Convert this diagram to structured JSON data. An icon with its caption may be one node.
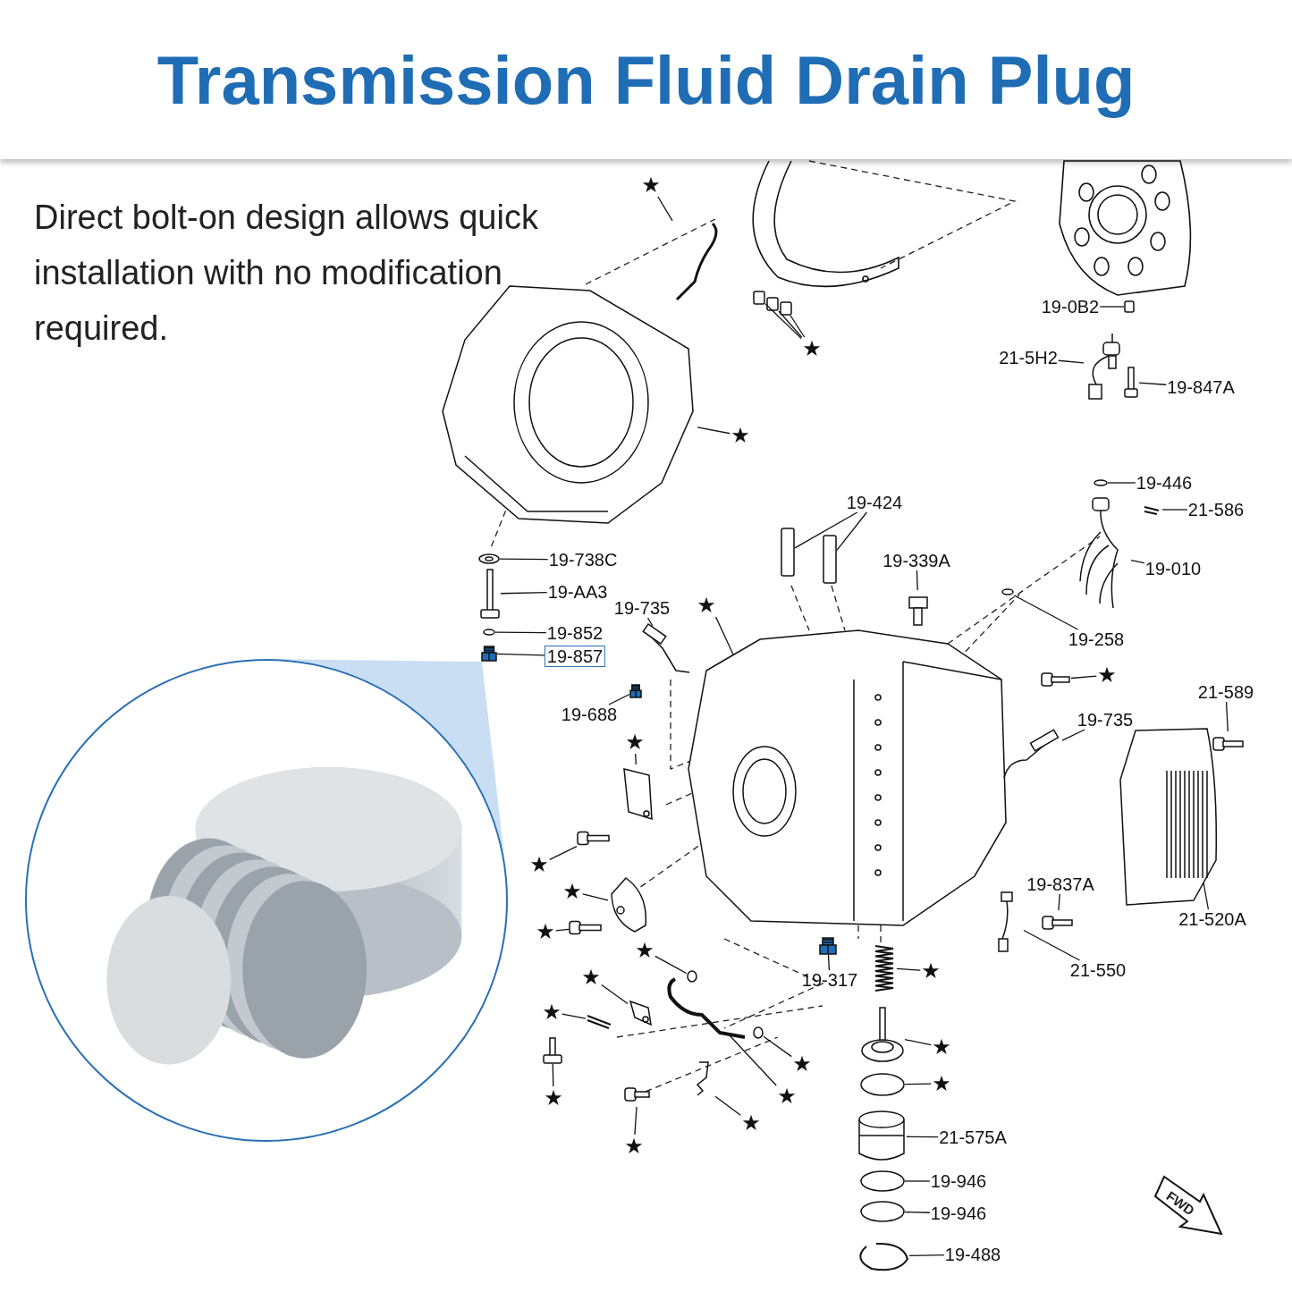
{
  "diagram": {
    "title": "Transmission Fluid Drain Plug",
    "nodes": [
      {
        "text": [],
        "shape": "picture"
      },
      {
        "text": [
          "★"
        ]
      },
      {
        "text": [],
        "shape": "picture"
      },
      {
        "text": [
          "★"
        ]
      },
      {
        "text": [],
        "shape": "box"
      },
      {
        "text": [],
        "shape": "box"
      },
      {
        "text": [],
        "shape": "box"
      },
      {
        "text": [
          "★"
        ]
      },
      {
        "text": [],
        "shape": "picture"
      },
      {
        "text": [
          "19-0B2"
        ]
      },
      {
        "text": [],
        "shape": "box"
      },
      {
        "text": [
          "21-5H2"
        ]
      },
      {
        "text": [],
        "shape": "picture"
      },
      {
        "text": [
          "19-847A"
        ]
      },
      {
        "text": [],
        "shape": "picture"
      },
      {
        "text": [
          "19-446"
        ]
      },
      {
        "text": [],
        "shape": "circle"
      },
      {
        "text": [
          "21-586"
        ]
      },
      {
        "text": [],
        "shape": "picture"
      },
      {
        "text": [
          "19-424"
        ]
      },
      {
        "text": [],
        "shape": "box"
      },
      {
        "text": [],
        "shape": "box"
      },
      {
        "text": [
          "19-339A"
        ]
      },
      {
        "text": [],
        "shape": "picture"
      },
      {
        "text": [
          "19-010"
        ]
      },
      {
        "text": [],
        "shape": "picture"
      },
      {
        "text": [
          "19-258"
        ]
      },
      {
        "text": [],
        "shape": "circle"
      },
      {
        "text": [
          "19-738C"
        ]
      },
      {
        "text": [],
        "shape": "picture"
      },
      {
        "text": [
          "19-AA3"
        ]
      },
      {
        "text": [],
        "shape": "picture"
      },
      {
        "text": [
          "19-852"
        ]
      },
      {
        "text": [],
        "shape": "circle"
      },
      {
        "text": [
          "19-857"
        ]
      },
      {
        "text": [],
        "shape": "picture"
      },
      {
        "text": [
          "19-735"
        ]
      },
      {
        "text": [],
        "shape": "picture"
      },
      {
        "text": [
          "★"
        ]
      },
      {
        "text": [],
        "shape": "picture"
      },
      {
        "text": [
          "19-688"
        ]
      },
      {
        "text": [],
        "shape": "picture"
      },
      {
        "text": [
          "★"
        ]
      },
      {
        "text": [],
        "shape": "picture"
      },
      {
        "text": [
          "19-735"
        ]
      },
      {
        "text": [],
        "shape": "picture"
      },
      {
        "text": [
          "21-589"
        ]
      },
      {
        "text": [],
        "shape": "picture"
      },
      {
        "text": [
          "★"
        ]
      },
      {
        "text": [],
        "shape": "picture"
      },
      {
        "text": [
          "★"
        ]
      },
      {
        "text": [],
        "shape": "picture"
      },
      {
        "text": [
          "★"
        ]
      },
      {
        "text": [],
        "shape": "picture"
      },
      {
        "text": [
          "★"
        ]
      },
      {
        "text": [],
        "shape": "picture"
      },
      {
        "text": [
          "19-837A"
        ]
      },
      {
        "text": [],
        "shape": "picture"
      },
      {
        "text": [
          "21-520A"
        ]
      },
      {
        "text": [],
        "shape": "picture"
      },
      {
        "text": [
          "★"
        ]
      },
      {
        "text": [],
        "shape": "circle"
      },
      {
        "text": [
          "★"
        ]
      },
      {
        "text": [],
        "shape": "picture"
      },
      {
        "text": [
          "21-550"
        ]
      },
      {
        "text": [],
        "shape": "picture"
      },
      {
        "text": [
          "19-317"
        ]
      },
      {
        "text": [],
        "shape": "picture"
      },
      {
        "text": [
          "★"
        ]
      },
      {
        "text": [],
        "shape": "picture"
      },
      {
        "text": [
          "★"
        ]
      },
      {
        "text": [],
        "shape": "picture"
      },
      {
        "text": [
          "★"
        ]
      },
      {
        "text": [],
        "shape": "picture"
      },
      {
        "text": [
          "★"
        ]
      },
      {
        "text": [],
        "shape": "circle"
      },
      {
        "text": [
          "★"
        ]
      },
      {
        "text": [],
        "shape": "picture"
      },
      {
        "text": [
          "★"
        ]
      },
      {
        "text": [],
        "shape": "picture"
      },
      {
        "text": [
          "★"
        ]
      },
      {
        "text": [],
        "shape": "picture"
      },
      {
        "text": [
          "★"
        ]
      },
      {
        "text": [],
        "shape": "picture"
      },
      {
        "text": [
          "★"
        ]
      },
      {
        "text": [],
        "shape": "circle"
      },
      {
        "text": [
          "21-575A"
        ]
      },
      {
        "text": [],
        "shape": "picture"
      },
      {
        "text": [
          "19-946"
        ]
      },
      {
        "text": [],
        "shape": "circle"
      },
      {
        "text": [
          "19-946"
        ]
      },
      {
        "text": [],
        "shape": "circle"
      },
      {
        "text": [
          "19-488"
        ]
      },
      {
        "text": [],
        "shape": "picture"
      }
    ],
    "edges": [
      {
        "from": 1,
        "to": 2,
        "arrow": "none"
      },
      {
        "from": 3,
        "to": 4,
        "arrow": "none"
      },
      {
        "from": 3,
        "to": 5,
        "arrow": "none"
      },
      {
        "from": 3,
        "to": 6,
        "arrow": "none"
      },
      {
        "from": 7,
        "to": 8,
        "arrow": "none"
      },
      {
        "from": 9,
        "to": 10,
        "arrow": "none"
      },
      {
        "from": 11,
        "to": 12,
        "arrow": "none"
      },
      {
        "from": 13,
        "to": 14,
        "arrow": "none"
      },
      {
        "from": 15,
        "to": 16,
        "arrow": "none"
      },
      {
        "from": 17,
        "to": 18,
        "arrow": "none"
      },
      {
        "from": 19,
        "to": 20,
        "arrow": "none"
      },
      {
        "from": 19,
        "to": 21,
        "arrow": "none"
      },
      {
        "from": 22,
        "to": 23,
        "arrow": "none"
      },
      {
        "from": 24,
        "to": 25,
        "arrow": "none"
      },
      {
        "from": 26,
        "to": 27,
        "arrow": "none"
      },
      {
        "from": 28,
        "to": 29,
        "arrow": "none"
      },
      {
        "from": 30,
        "to": 31,
        "arrow": "none"
      },
      {
        "from": 32,
        "to": 33,
        "arrow": "none"
      },
      {
        "from": 34,
        "to": 35,
        "arrow": "none"
      },
      {
        "from": 36,
        "to": 37,
        "arrow": "none"
      },
      {
        "from": 38,
        "to": 39,
        "arrow": "none"
      },
      {
        "from": 40,
        "to": 41,
        "arrow": "none"
      },
      {
        "from": 42,
        "to": 43,
        "arrow": "none"
      },
      {
        "from": 44,
        "to": 45,
        "arrow": "none"
      },
      {
        "from": 46,
        "to": 47,
        "arrow": "none"
      },
      {
        "from": 48,
        "to": 49,
        "arrow": "none"
      },
      {
        "from": 50,
        "to": 51,
        "arrow": "none"
      },
      {
        "from": 52,
        "to": 53,
        "arrow": "none"
      },
      {
        "from": 54,
        "to": 55,
        "arrow": "none"
      },
      {
        "from": 56,
        "to": 57,
        "arrow": "none"
      },
      {
        "from": 58,
        "to": 59,
        "arrow": "none"
      },
      {
        "from": 60,
        "to": 61,
        "arrow": "none"
      },
      {
        "from": 62,
        "to": 63,
        "arrow": "none"
      },
      {
        "from": 64,
        "to": 65,
        "arrow": "none"
      },
      {
        "from": 66,
        "to": 67,
        "arrow": "none"
      },
      {
        "from": 68,
        "to": 69,
        "arrow": "none"
      },
      {
        "from": 70,
        "to": 71,
        "arrow": "none"
      },
      {
        "from": 72,
        "to": 73,
        "arrow": "none"
      },
      {
        "from": 74,
        "to": 75,
        "arrow": "none"
      },
      {
        "from": 76,
        "to": 77,
        "arrow": "none"
      },
      {
        "from": 78,
        "to": 79,
        "arrow": "none"
      },
      {
        "from": 80,
        "to": 81,
        "arrow": "none"
      },
      {
        "from": 82,
        "to": 83,
        "arrow": "none"
      },
      {
        "from": 84,
        "to": 85,
        "arrow": "none"
      },
      {
        "from": 86,
        "to": 87,
        "arrow": "none"
      },
      {
        "from": 88,
        "to": 89,
        "arrow": "none"
      },
      {
        "from": 90,
        "to": 91,
        "arrow": "none"
      },
      {
        "from": 92,
        "to": 93,
        "arrow": "none"
      },
      {
        "from": 35,
        "to": 0,
        "arrow": "none"
      }
    ],
    "labels": [
      "Direct bolt-on design allows quick installation with no modification required.",
      "FWD"
    ]
  }
}
